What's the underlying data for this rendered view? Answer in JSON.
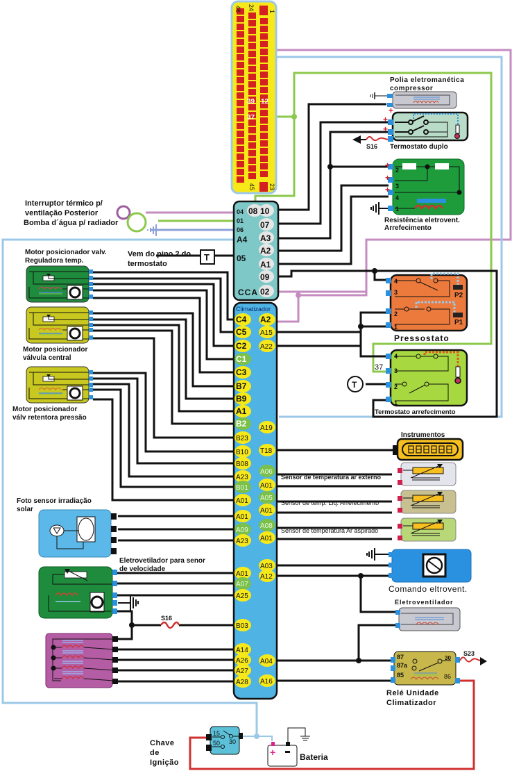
{
  "connector_main": {
    "pin_numbers": {
      "top_left": "46",
      "top_mid": "24",
      "top_right": "1",
      "bottom_mid": "45",
      "bottom_right": "23"
    },
    "highlighted_pins": [
      "39",
      "12",
      "37"
    ]
  },
  "cca": {
    "label": "CCA",
    "left_pins": [
      "04",
      "01",
      "06",
      "A4",
      "05"
    ],
    "right_pins": [
      "08",
      "10",
      "07",
      "A3",
      "A2",
      "A1",
      "09",
      "02"
    ]
  },
  "climatizador": {
    "label": "Climatizador",
    "left_pins": [
      "C4",
      "C5",
      "C2",
      "C1",
      "C3",
      "B7",
      "B9",
      "A1",
      "B2",
      "B23",
      "B10",
      "B08",
      "A23",
      "B01",
      "A01",
      "A01",
      "A09",
      "A23",
      "A01",
      "A07",
      "A25",
      "B03",
      "A14",
      "A26",
      "A27",
      "A28"
    ],
    "right_pins": [
      "A2",
      "A15",
      "A22",
      "A19",
      "T18",
      "A06",
      "A01",
      "A05",
      "A01",
      "A08",
      "A01",
      "A03",
      "A12",
      "A04",
      "A16"
    ]
  },
  "components": {
    "polia": {
      "label_line1": "Polia eletromanética",
      "label_line2": "compressor"
    },
    "termostato_duplo": {
      "label": "Termostato duplo",
      "fuse": "S16"
    },
    "resistencia": {
      "label_line1": "Resistência eletrovent.",
      "label_line2": "Arrefecimento",
      "pins": [
        "2",
        "3",
        "4",
        "1"
      ]
    },
    "pressostato": {
      "label": "Pressostato",
      "pins": [
        "4",
        "3",
        "2",
        "1"
      ],
      "sensors": [
        "P2",
        "P1"
      ]
    },
    "termostato_arref": {
      "label": "Termostato arrefecimento",
      "pins": [
        "4",
        "3",
        "2",
        "1"
      ],
      "wire_no": "37"
    },
    "t_symbol": "T",
    "instrumentos": {
      "label": "Instrumentos"
    },
    "sensor_externo": {
      "label": "Sensor de temperatura ar externo"
    },
    "sensor_liq": {
      "label": "Sensor de temp. Liq. Arrefecimento"
    },
    "sensor_aspirado": {
      "label": "Sensor de temperatura  Ar aspirado"
    },
    "comando_eltrovent": {
      "label": "Comando eltrovent."
    },
    "eletroventilador": {
      "label": "Eletroventilador"
    },
    "rele": {
      "label_line1": "Relé Unidade",
      "label_line2": "Climatizador",
      "pins": [
        "87",
        "87a",
        "85",
        "30",
        "86"
      ],
      "fuse": "S23"
    },
    "interruptor": {
      "line1": "Interruptor térmico p/",
      "line2": "ventilação Posterior",
      "line3": "Bomba d´água p/ radiador"
    },
    "vem_do_pino": {
      "line1": "Vem do pino 2 do",
      "line2": "termostato"
    },
    "motor_reguladora": {
      "line1": "Motor posicionador valv.",
      "line2": "Reguladora temp."
    },
    "motor_central": {
      "line1": "Motor posicionador",
      "line2": "válvula central"
    },
    "motor_retentora": {
      "line1": "Motor posicionador",
      "line2": "válv retentora pressão"
    },
    "foto_sensor": {
      "line1": "Foto sensor irradiação",
      "line2": "solar"
    },
    "eletrovetilador_vel": {
      "line1": "Eletrovetilador para senor",
      "line2": "de velocidade",
      "fuse": "S16"
    },
    "chave": {
      "line1": "Chave",
      "line2": "de",
      "line3": "Ignição",
      "pins": [
        "15",
        "50",
        "30"
      ]
    },
    "bateria": {
      "label": "Bateria"
    }
  },
  "colors": {
    "wire_black": "#111111",
    "wire_purple": "#c48cc0",
    "wire_green": "#8cc84b",
    "wire_lightblue": "#9cc8e8",
    "wire_red": "#d03030",
    "cca_fill": "#7ec8c8",
    "climatizador_fill": "#4fb4e4",
    "connector_yellow": "#f7e81a",
    "connector_red": "#d42020"
  }
}
